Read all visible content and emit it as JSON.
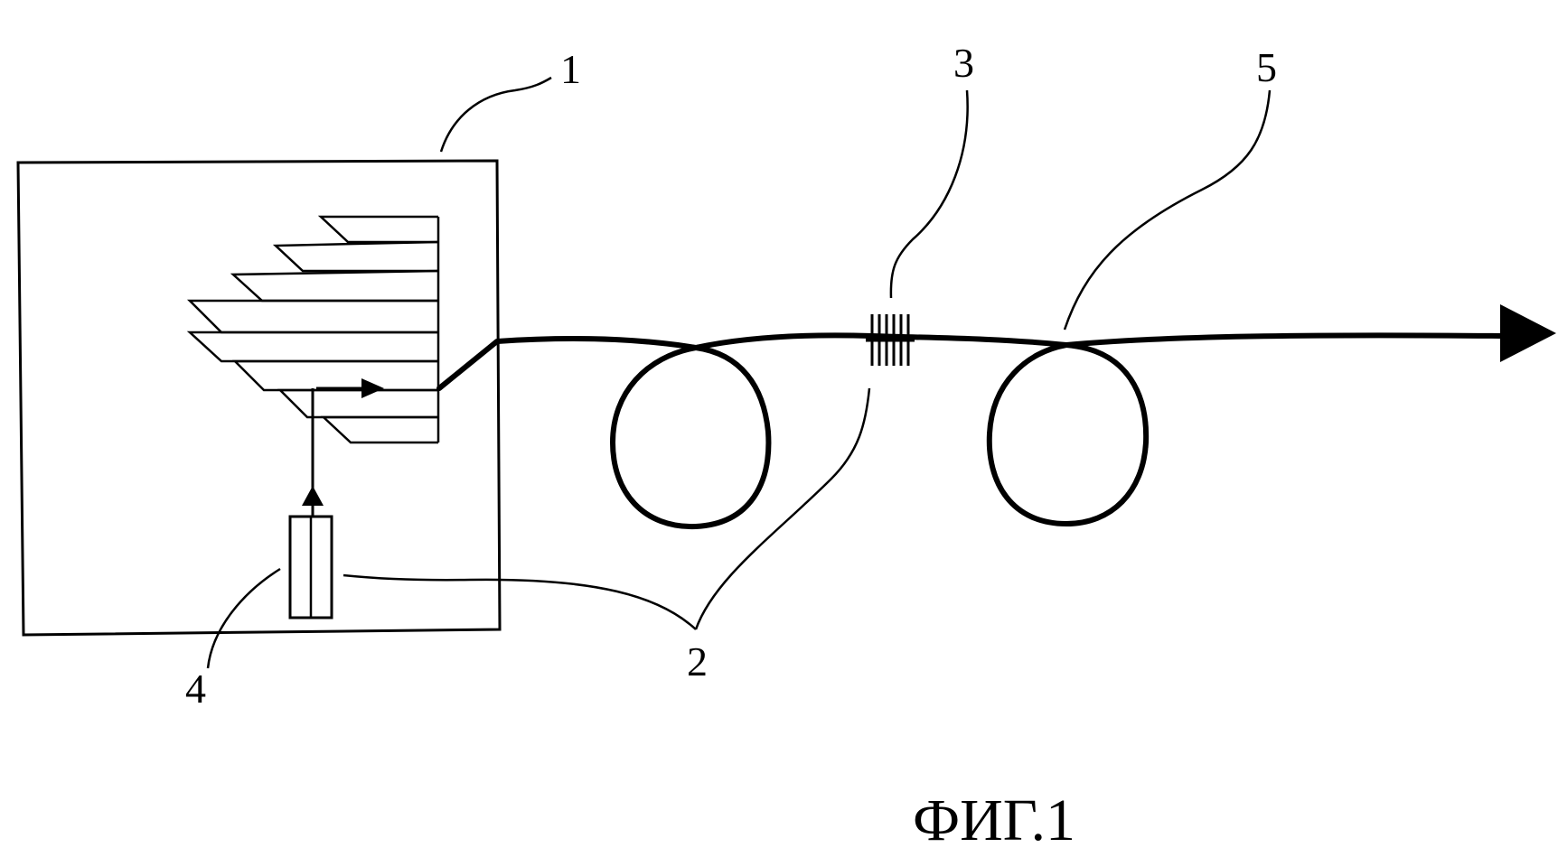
{
  "colors": {
    "background": "#ffffff",
    "ink": "#000000"
  },
  "labels": {
    "part_1": "1",
    "part_2": "2",
    "part_3": "3",
    "part_4": "4",
    "part_5": "5"
  },
  "caption": "ФИГ.1"
}
